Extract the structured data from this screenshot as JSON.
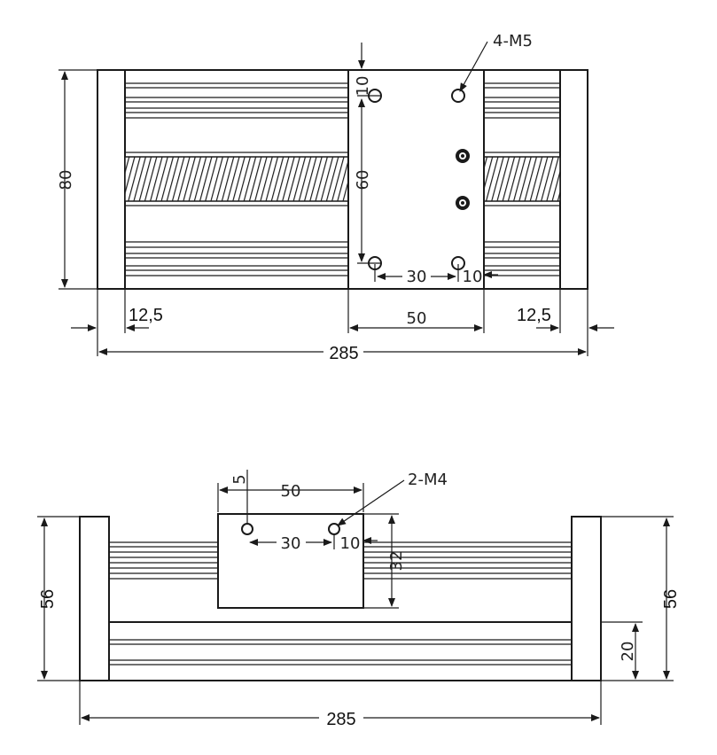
{
  "top_view": {
    "overall_width": "285",
    "height": "80",
    "end_cap_left": "12,5",
    "end_cap_right": "12,5",
    "carriage_width": "50",
    "hole_spacing_y": "60",
    "hole_spacing_x": "30",
    "edge_offset_x": "10",
    "edge_offset_y": "10",
    "hole_label": "4-M5"
  },
  "front_view": {
    "overall_width": "285",
    "height_left": "56",
    "height_right": "56",
    "carriage_width": "50",
    "carriage_height": "32",
    "hole_spacing_x": "30",
    "edge_offset_x": "10",
    "edge_offset_y": "5",
    "rail_height": "20",
    "hole_label": "2-M4"
  },
  "colors": {
    "line": "#1a1a1a",
    "background": "#ffffff"
  }
}
